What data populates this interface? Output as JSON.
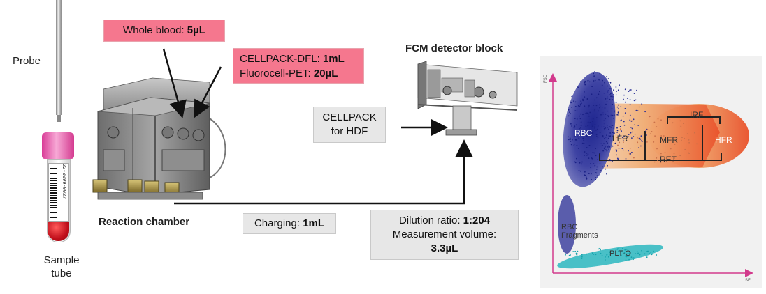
{
  "labels": {
    "probe": "Probe",
    "sample_tube": [
      "Sample",
      "tube"
    ],
    "reaction_chamber": "Reaction chamber",
    "fcm_detector_block": "FCM detector block"
  },
  "boxes": {
    "whole_blood": {
      "label": "Whole blood: ",
      "value": "5µL"
    },
    "cellpack_dfl": {
      "label": "CELLPACK-DFL: ",
      "value": "1mL"
    },
    "fluorocell_pet": {
      "label": "Fluorocell-PET: ",
      "value": "20µL"
    },
    "cellpack_hdf": [
      "CELLPACK",
      "for HDF"
    ],
    "charging": {
      "label": "Charging: ",
      "value": "1mL"
    },
    "dilution_ratio": {
      "label": "Dilution ratio: ",
      "value": "1:204"
    },
    "measurement_volume": {
      "label": "Measurement volume:",
      "value": "3.3µL"
    }
  },
  "tube_barcode": "22-0099-0027",
  "scattergram": {
    "y_axis": "FSC",
    "x_axis": "SFL",
    "regions": {
      "rbc": "RBC",
      "lfr": "LFR",
      "mfr": "MFR",
      "hfr": "HFR",
      "irf": "IRF",
      "ret": "RET",
      "rbc_fragments": [
        "RBC",
        "Fragments"
      ],
      "plt_o": "PLT-O"
    },
    "colors": {
      "axis": "#d23a8c",
      "rbc": "#4b4fa3",
      "ret_gradient": [
        "#f6dcc0",
        "#e7552a"
      ],
      "plt": "#2bb8c0"
    }
  }
}
